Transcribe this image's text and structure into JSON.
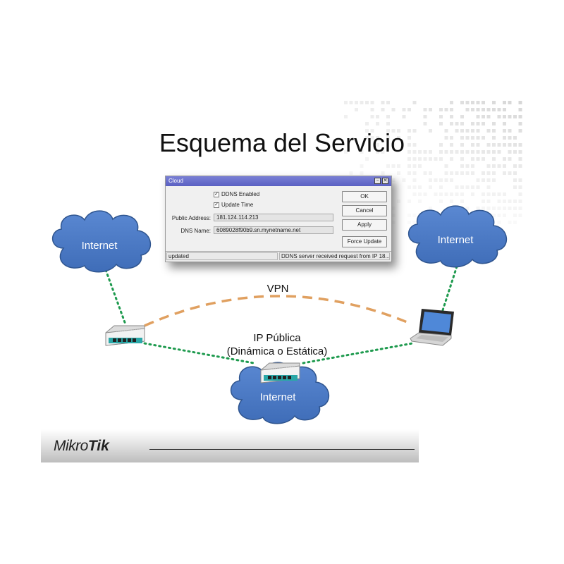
{
  "title": "Esquema del Servicio",
  "clouds": {
    "left": "Internet",
    "right": "Internet",
    "bottom": "Internet"
  },
  "labels": {
    "vpn": "VPN",
    "ip_line1": "IP Pública",
    "ip_line2": "(Dinámica o Estática)"
  },
  "dialog": {
    "title": "Cloud",
    "ddns_enabled": {
      "label": "DDNS Enabled",
      "checked": true
    },
    "update_time": {
      "label": "Update Time",
      "checked": true
    },
    "public_address_label": "Public Address:",
    "public_address_value": "181.124.114.213",
    "dns_name_label": "DNS Name:",
    "dns_name_value": "6089028f90b9.sn.mynetname.net",
    "buttons": {
      "ok": "OK",
      "cancel": "Cancel",
      "apply": "Apply",
      "force_update": "Force Update"
    },
    "status_left": "updated",
    "status_right": "DDNS server received request from IP 18..."
  },
  "footer": {
    "brand_part1": "Mikro",
    "brand_part2": "Tik"
  },
  "colors": {
    "cloud_fill": "#4a78c2",
    "cloud_stroke": "#2f558f",
    "link_dotted": "#1e9a4e",
    "vpn_dashed": "#e0a060",
    "dialog_titlebar": "#5f65c8"
  }
}
